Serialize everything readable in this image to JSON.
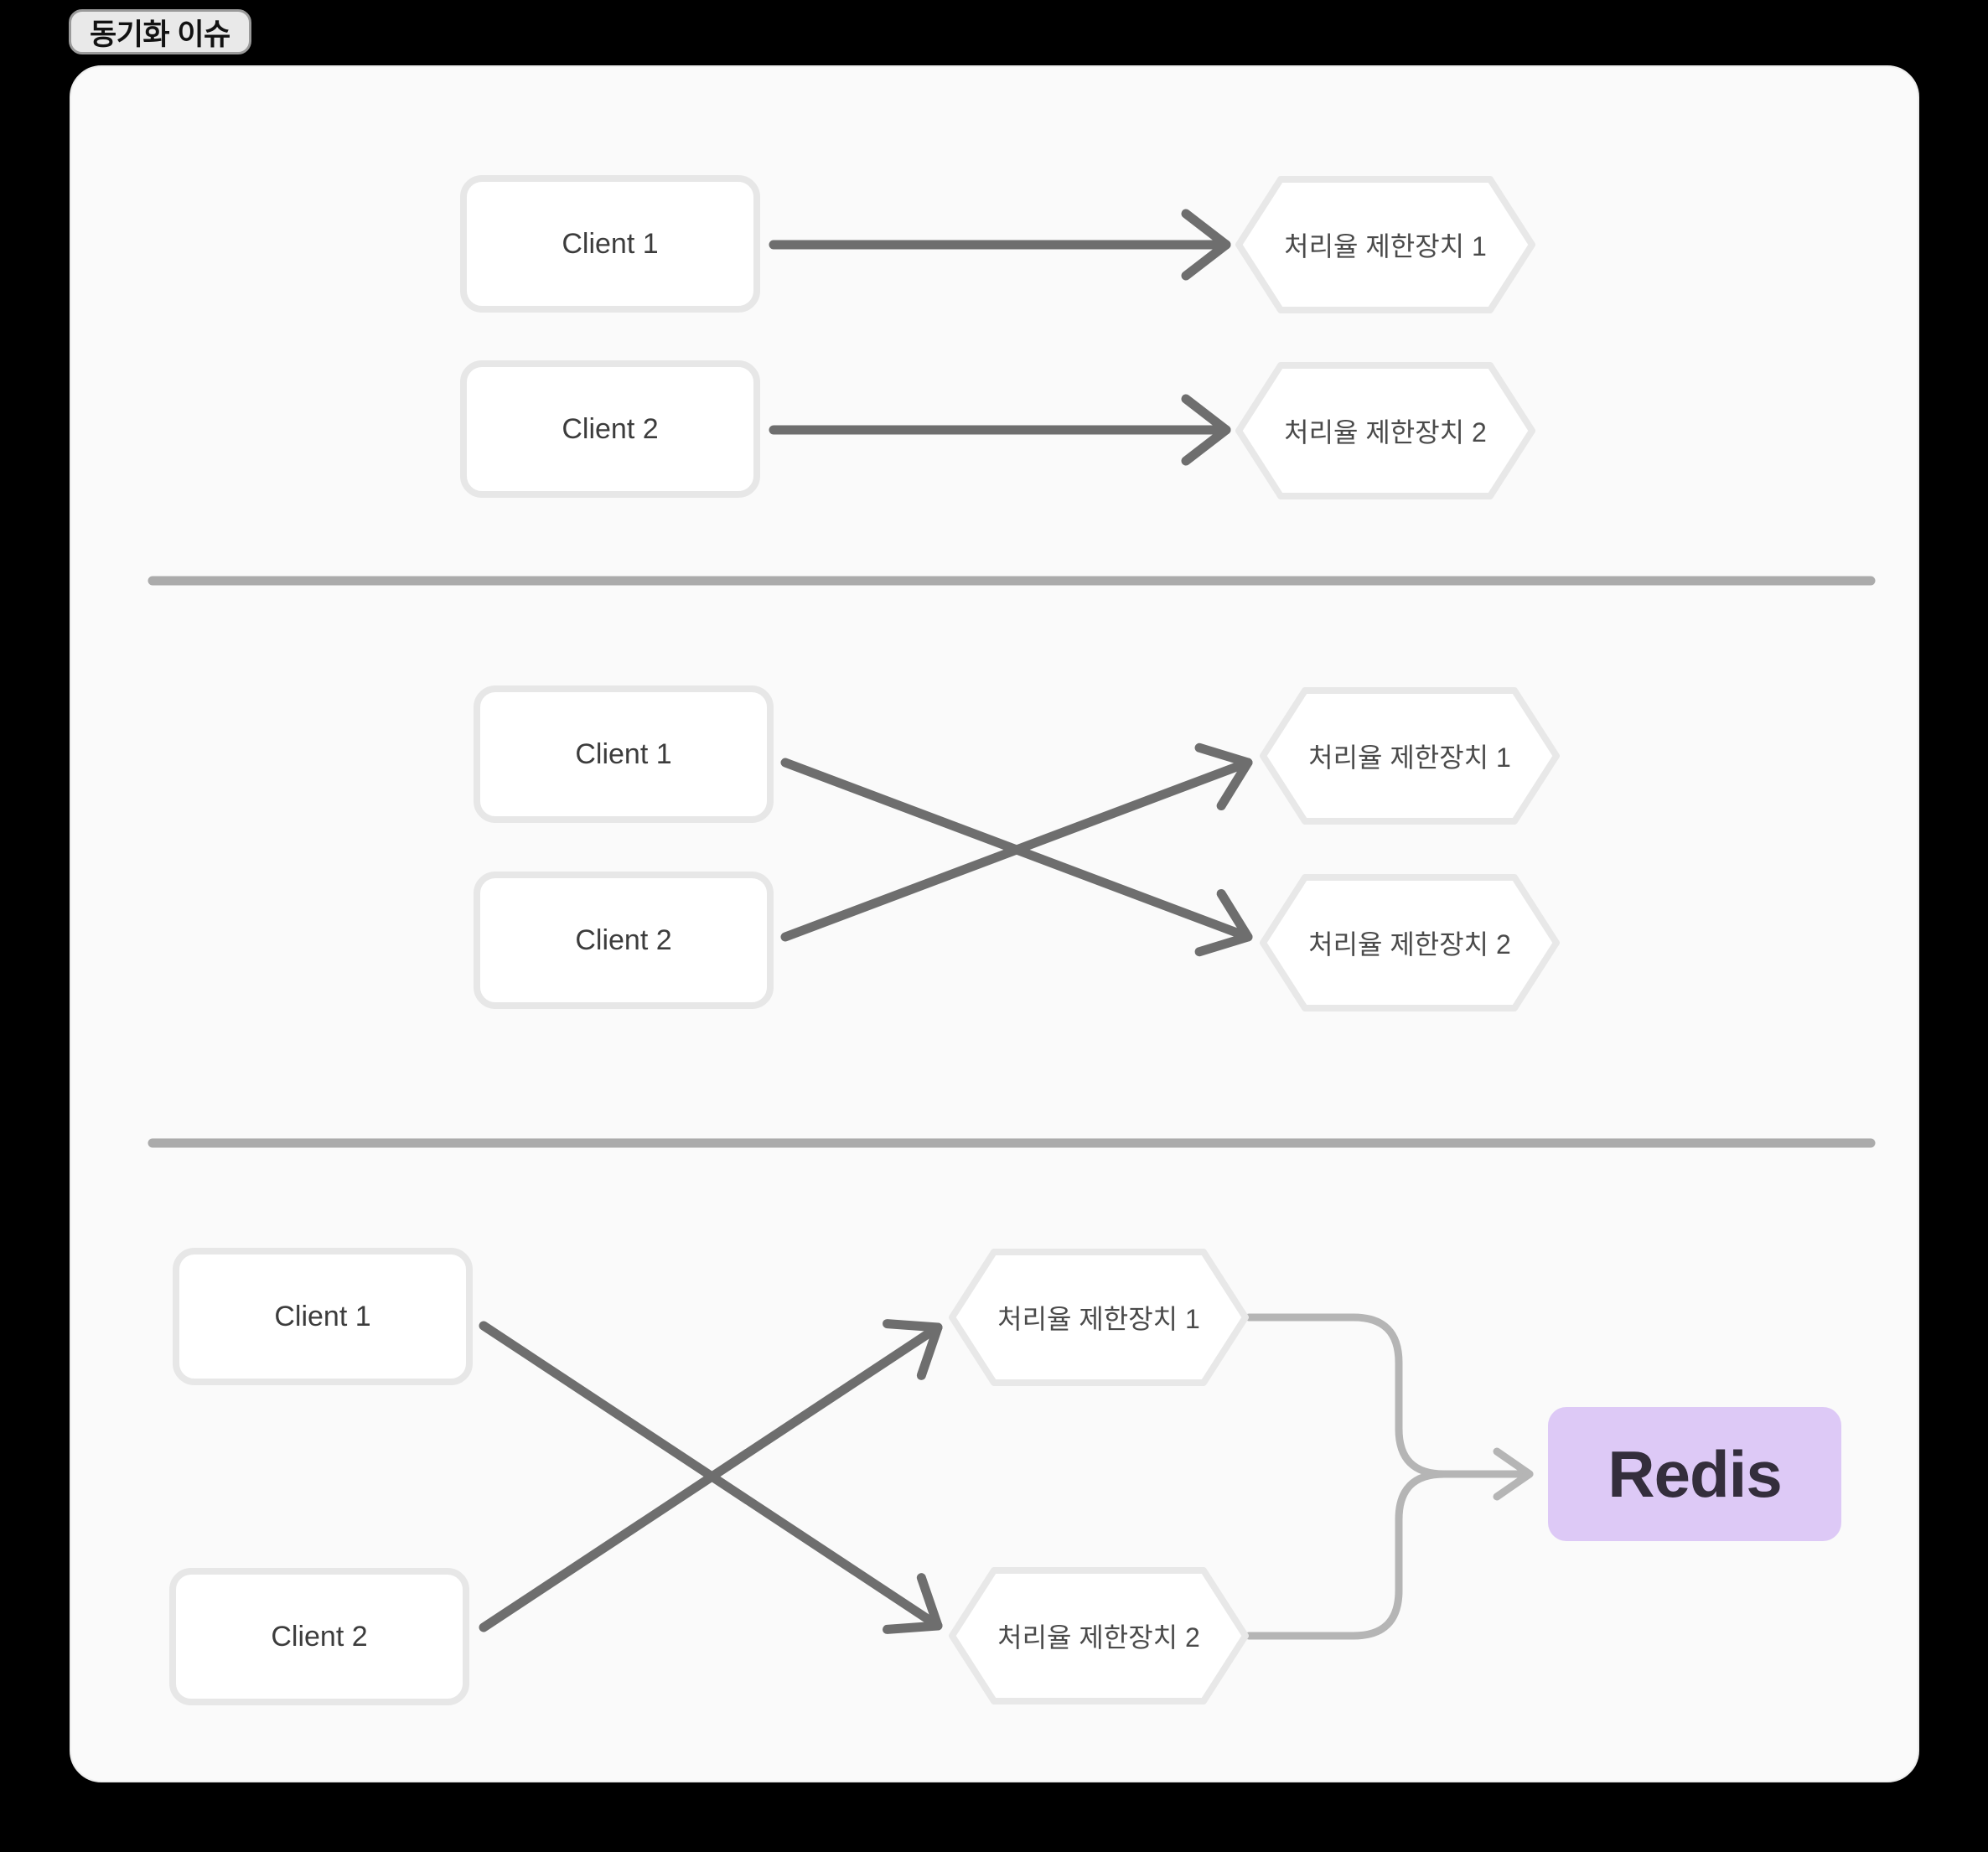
{
  "badge": {
    "label": "동기화 이슈"
  },
  "sections": [
    {
      "name": "one-to-one",
      "clients": [
        {
          "label": "Client 1"
        },
        {
          "label": "Client 2"
        }
      ],
      "limiters": [
        {
          "label": "처리율 제한장치 1"
        },
        {
          "label": "처리율 제한장치 2"
        }
      ]
    },
    {
      "name": "crossed",
      "clients": [
        {
          "label": "Client 1"
        },
        {
          "label": "Client 2"
        }
      ],
      "limiters": [
        {
          "label": "처리율 제한장치 1"
        },
        {
          "label": "처리율 제한장치 2"
        }
      ]
    },
    {
      "name": "crossed-shared-store",
      "clients": [
        {
          "label": "Client 1"
        },
        {
          "label": "Client 2"
        }
      ],
      "limiters": [
        {
          "label": "처리율 제한장치 1"
        },
        {
          "label": "처리율 제한장치 2"
        }
      ],
      "store": {
        "label": "Redis"
      }
    }
  ],
  "colors": {
    "page_background": "#000000",
    "panel_background": "#fafafa",
    "node_border": "#e7e7e7",
    "arrow": "#6e6e6e",
    "connector": "#b5b5b5",
    "divider": "#ababab",
    "redis_background": "#ddc9f6",
    "redis_text": "#342e3c"
  }
}
